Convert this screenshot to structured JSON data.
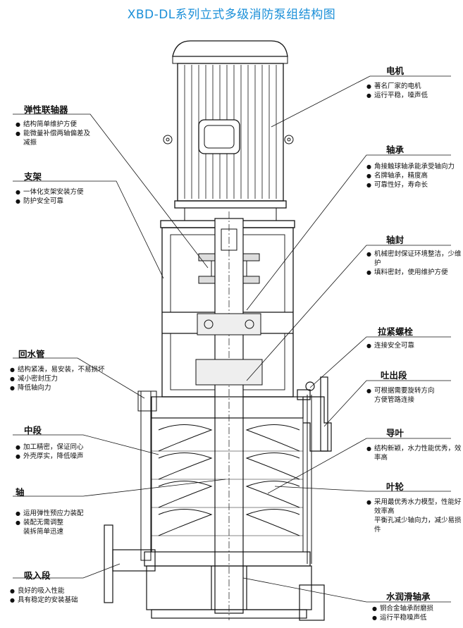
{
  "title": "XBD-DL系列立式多级消防泵组结构图",
  "left": [
    {
      "label": "弹性联轴器",
      "bullets": [
        "结构简单维护方便",
        "能微量补偿两轴偏差及减振"
      ]
    },
    {
      "label": "支架",
      "bullets": [
        "一体化支架安装方便",
        "防护安全可靠"
      ]
    },
    {
      "label": "回水管",
      "bullets": [
        "结构紧凑，易安装，不易损坏",
        "减小密封压力",
        "降低轴向力"
      ]
    },
    {
      "label": "中段",
      "bullets": [
        "加工精密，保证同心",
        "外壳厚实，降低噪声"
      ]
    },
    {
      "label": "轴",
      "bullets": [
        "运用弹性预应力装配",
        "装配无需调整",
        "装拆简单迅速"
      ]
    },
    {
      "label": "吸入段",
      "bullets": [
        "良好的吸入性能",
        "具有稳定的安装基础"
      ]
    }
  ],
  "right": [
    {
      "label": "电机",
      "bullets": [
        "著名厂家的电机",
        "运行平稳，噪声低"
      ]
    },
    {
      "label": "轴承",
      "bullets": [
        "角接触球轴承能承受轴向力",
        "名牌轴承，精度高",
        "可靠性好，寿命长"
      ]
    },
    {
      "label": "轴封",
      "bullets": [
        "机械密封保证环境整洁，少维护",
        "填料密封，使用维护方便"
      ]
    },
    {
      "label": "拉紧螺栓",
      "bullets": [
        "连接安全可靠"
      ]
    },
    {
      "label": "吐出段",
      "bullets": [
        "可根据需要旋转方向",
        "方便管路连接"
      ]
    },
    {
      "label": "导叶",
      "bullets": [
        "结构新颖，水力性能优秀，效率高"
      ]
    },
    {
      "label": "叶轮",
      "bullets": [
        "采用最优秀水力模型，性能好效率高",
        "平衡孔减少轴向力，减少易损件"
      ]
    },
    {
      "label": "水润滑轴承",
      "bullets": [
        "铜合金轴承耐磨损",
        "运行平稳噪声低"
      ]
    }
  ],
  "colors": {
    "title": "#1a8fd8",
    "line": "#111111"
  }
}
